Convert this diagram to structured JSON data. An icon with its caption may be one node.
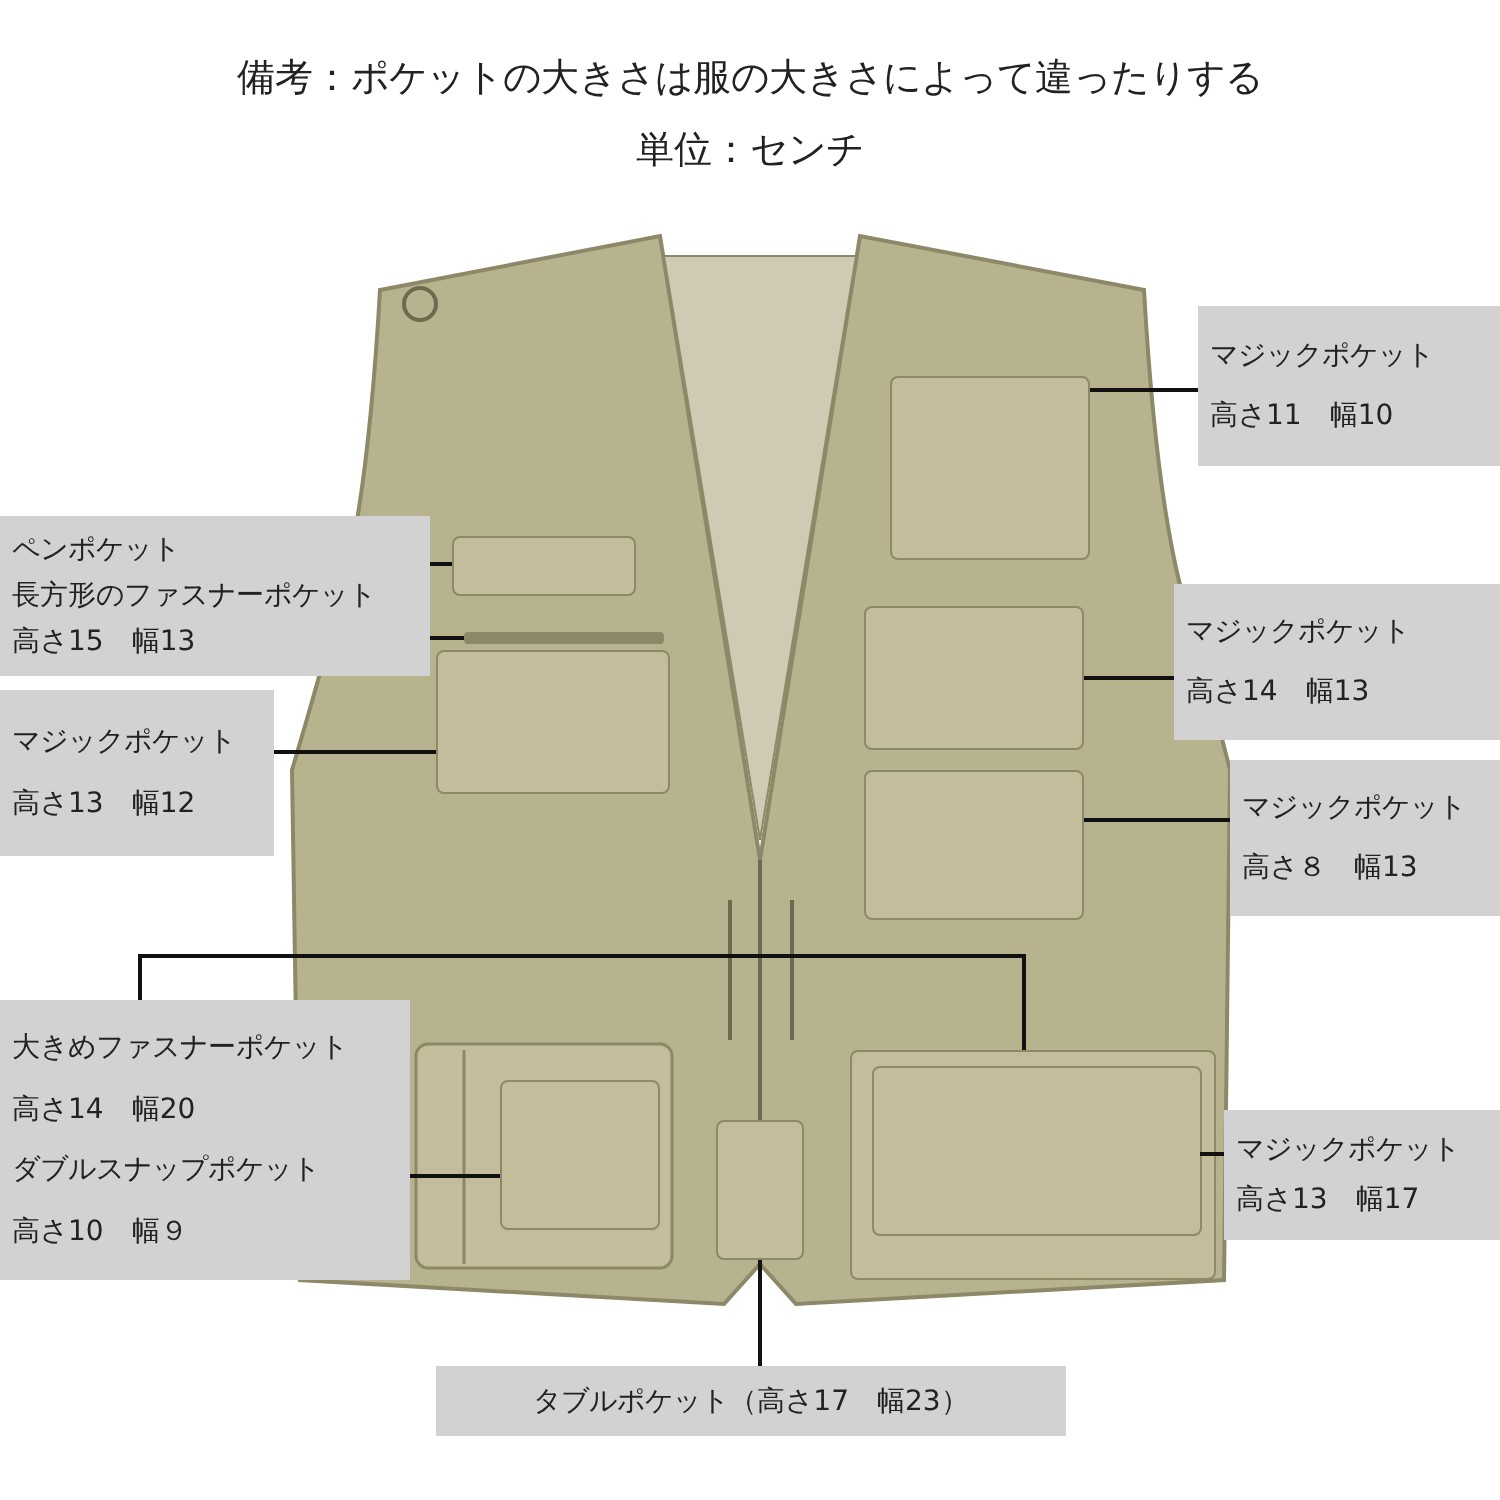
{
  "diagram": {
    "title": "備考：ポケットの大きさは服の大きさによって違ったりする",
    "nodes": [
      {
        "text": [
          "マジックポケット",
          "高さ11　幅10"
        ]
      },
      {
        "text": [
          "ペンポケット",
          "長方形のファスナーポケット",
          "高さ15　幅13"
        ]
      },
      {
        "text": [
          "マジックポケット",
          "高さ14　幅13"
        ]
      },
      {
        "text": [
          "マジックポケット",
          "高さ13　幅12"
        ]
      },
      {
        "text": [
          "マジックポケット",
          "高さ８　幅13"
        ]
      },
      {
        "text": [
          "大きめファスナーポケット",
          "高さ14　幅20",
          "ダブルスナップポケット",
          "高さ10　幅９"
        ]
      },
      {
        "text": [
          "マジックポケット",
          "高さ13　幅17"
        ]
      },
      {
        "text": [
          "タブルポケット（高さ17　幅23）"
        ]
      },
      {
        "text": [],
        "shape": "box"
      },
      {
        "text": [],
        "shape": "box"
      },
      {
        "text": [],
        "shape": "bar"
      },
      {
        "text": [],
        "shape": "box"
      },
      {
        "text": [],
        "shape": "box"
      },
      {
        "text": [],
        "shape": "box"
      },
      {
        "text": [],
        "shape": "box"
      },
      {
        "text": [],
        "shape": "box",
        "in": 14
      },
      {
        "text": [],
        "shape": "box"
      },
      {
        "text": [],
        "shape": "box"
      }
    ],
    "edges": [
      {
        "from": 0,
        "to": 8,
        "arrow": "none"
      },
      {
        "from": 1,
        "to": 9,
        "arrow": "none"
      },
      {
        "from": 1,
        "to": 10,
        "arrow": "none"
      },
      {
        "from": 2,
        "to": 12,
        "arrow": "none"
      },
      {
        "from": 3,
        "to": 11,
        "arrow": "none"
      },
      {
        "from": 4,
        "to": 13,
        "arrow": "none"
      },
      {
        "from": 5,
        "to": 14,
        "arrow": "none"
      },
      {
        "from": 5,
        "to": 16,
        "arrow": "none"
      },
      {
        "from": 6,
        "to": 15,
        "arrow": "none"
      },
      {
        "from": 7,
        "to": 17,
        "arrow": "none"
      }
    ],
    "labels": [
      "単位：センチ"
    ]
  }
}
